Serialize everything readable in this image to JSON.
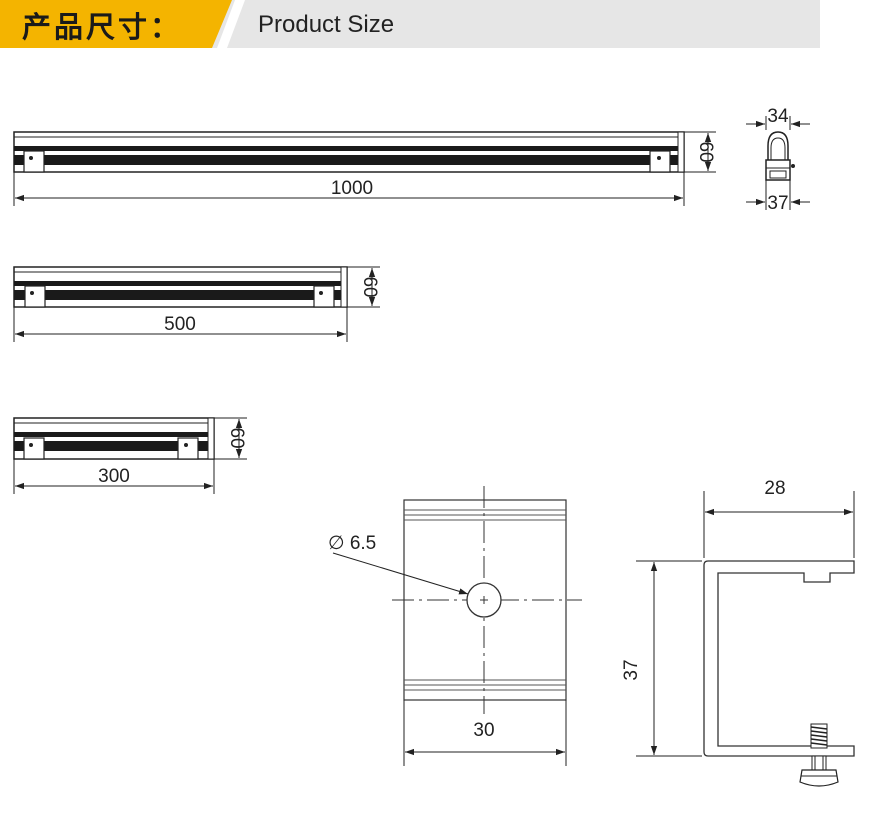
{
  "header": {
    "title_cn": "产品尺寸：",
    "title_en": "Product Size",
    "accent_color": "#f4b400",
    "bar_color": "#e6e6e6"
  },
  "fixtures": [
    {
      "length_label": "1000",
      "height_label": "60"
    },
    {
      "length_label": "500",
      "height_label": "60"
    },
    {
      "length_label": "300",
      "height_label": "60"
    }
  ],
  "end_view": {
    "top_width": "34",
    "bottom_width": "37"
  },
  "bracket_front": {
    "hole": "∅ 6.5",
    "width": "30"
  },
  "bracket_side": {
    "width": "28",
    "height": "37"
  }
}
